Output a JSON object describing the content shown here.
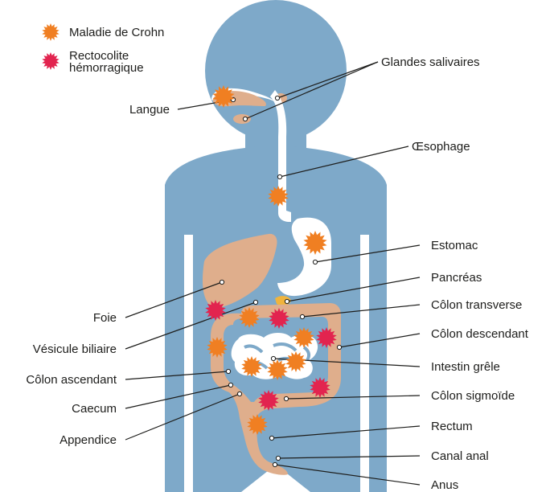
{
  "legend": {
    "crohn": "Maladie de Crohn",
    "rch_line1": "Rectocolite",
    "rch_line2": "hémorragique"
  },
  "labels": {
    "langue": "Langue",
    "glandes": "Glandes salivaires",
    "oesophage": "Œsophage",
    "estomac": "Estomac",
    "pancreas": "Pancréas",
    "colon_transverse": "Côlon transverse",
    "colon_descendant": "Côlon descendant",
    "intestin_grele": "Intestin grêle",
    "colon_sigmoide": "Côlon sigmoïde",
    "rectum": "Rectum",
    "canal_anal": "Canal anal",
    "anus": "Anus",
    "foie": "Foie",
    "vesicule": "Vésicule biliaire",
    "colon_ascendant": "Côlon ascendant",
    "caecum": "Caecum",
    "appendice": "Appendice"
  },
  "colors": {
    "body": "#7ea9c9",
    "organ": "#dfae8c",
    "tube": "#ffffff",
    "pancreas": "#f0b43c",
    "crohn": "#f07f22",
    "rch": "#e2244f",
    "line": "#1d1d1b"
  }
}
